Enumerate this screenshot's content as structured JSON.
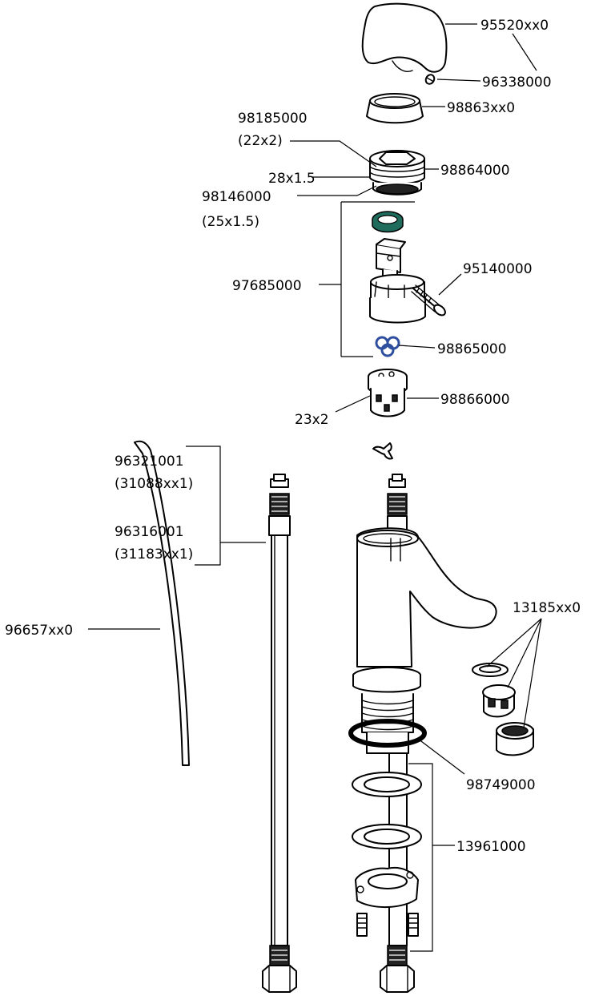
{
  "title": "",
  "colors": {
    "outline": "#000000",
    "o_ring_blue": "#2d4f9e",
    "ring_green": "#1f6b5c"
  },
  "labels": {
    "p95520xx0": "95520xx0",
    "p96338000": "96338000",
    "p98863xx0": "98863xx0",
    "p98185000": "98185000",
    "p98185000_sub": "(22x2)",
    "thread_28x15": "28x1.5",
    "p98864000": "98864000",
    "p98146000": "98146000",
    "p98146000_sub": "(25x1.5)",
    "p95140000": "95140000",
    "p97685000": "97685000",
    "p98865000": "98865000",
    "p98866000": "98866000",
    "thread_23x2": "23x2",
    "p96321001": "96321001",
    "p96321001_sub": "(31088xx1)",
    "p96316001": "96316001",
    "p96316001_sub": "(31183xx1)",
    "p96657xx0": "96657xx0",
    "p13185xx0": "13185xx0",
    "p98749000": "98749000",
    "p13961000": "13961000"
  }
}
